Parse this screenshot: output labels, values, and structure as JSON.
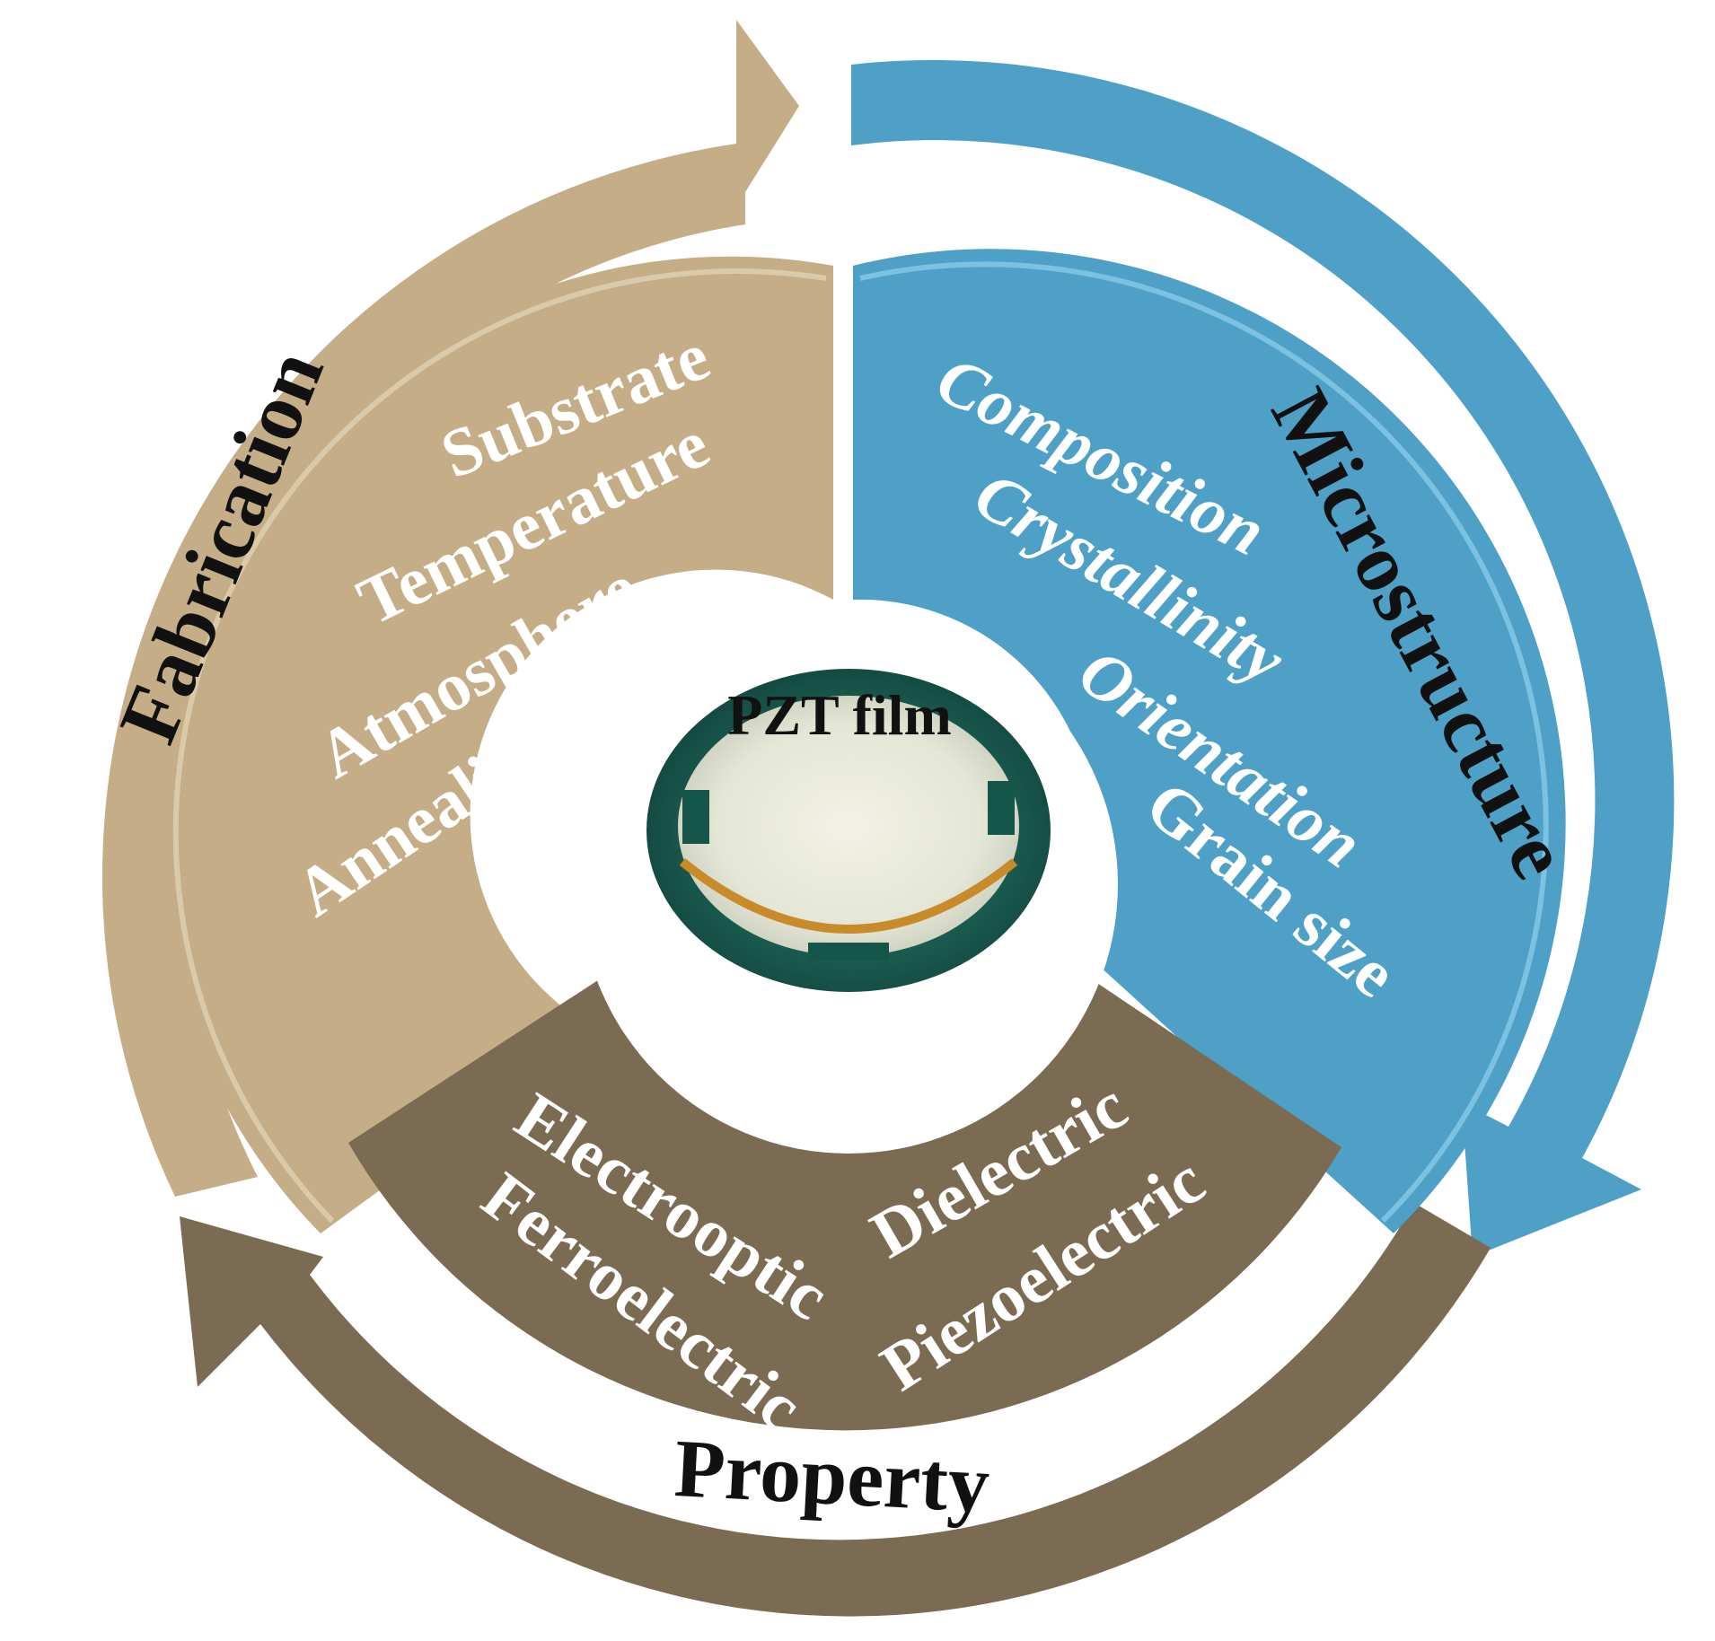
{
  "center": {
    "title": "PZT film"
  },
  "stages": {
    "fabrication": {
      "label": "Fabrication",
      "items": [
        "Substrate",
        "Temperature",
        "Atmosphere",
        "Annealing"
      ]
    },
    "microstructure": {
      "label": "Microstructure",
      "items": [
        "Composition",
        "Crystallinity",
        "Orientation",
        "Grain size"
      ]
    },
    "property": {
      "label": "Property",
      "items_left": [
        "Electrooptic",
        "Ferroelectric"
      ],
      "items_right": [
        "Dielectric",
        "Piezoelectric"
      ]
    }
  },
  "colors": {
    "fabrication": "#c4ad87",
    "microstructure": "#4fa0c6",
    "property": "#7b6b52",
    "text_on_sector": "#ffffff",
    "text_label": "#111111"
  }
}
